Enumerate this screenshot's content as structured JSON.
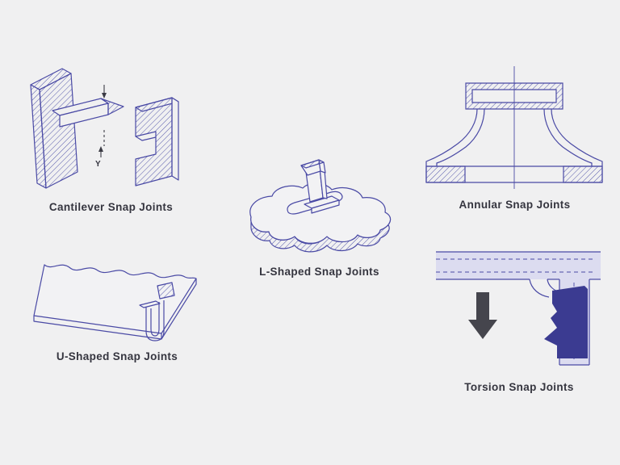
{
  "page": {
    "background_color": "#f0f0f1",
    "line_color": "#4a4aa5",
    "label_color": "#35353f",
    "dark_fill_color": "#3b3b91",
    "light_fill_color": "#dcdcf0",
    "arrow_color": "#45454d"
  },
  "diagrams": [
    {
      "id": "cantilever",
      "label": "Cantilever Snap Joints"
    },
    {
      "id": "l_shaped",
      "label": "L-Shaped Snap Joints"
    },
    {
      "id": "annular",
      "label": "Annular Snap Joints"
    },
    {
      "id": "u_shaped",
      "label": "U-Shaped Snap Joints"
    },
    {
      "id": "torsion",
      "label": "Torsion Snap Joints"
    }
  ],
  "annotations": {
    "y_label": "Y"
  }
}
